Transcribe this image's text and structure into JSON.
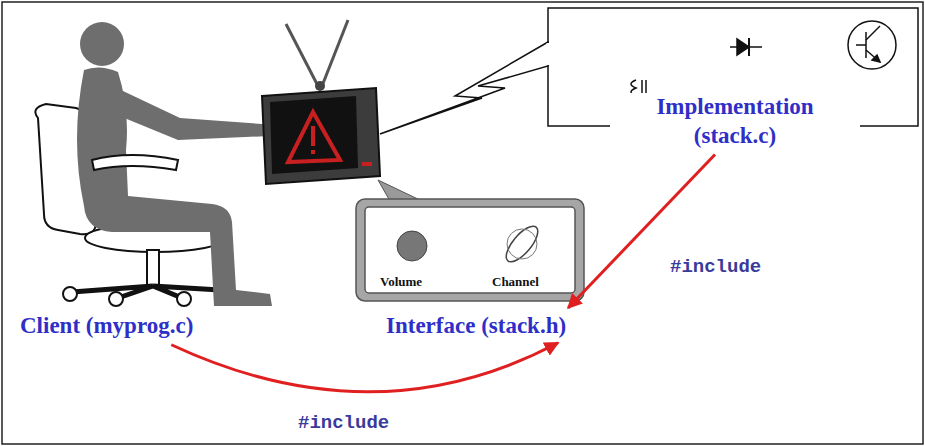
{
  "diagram": {
    "nodes": [
      {
        "text": [
          "Client (myprog.c)"
        ]
      },
      {
        "text": [
          "Interface (stack.h)"
        ]
      },
      {
        "text": [
          "Implementation (stack.c)"
        ]
      }
    ],
    "edges": [
      {
        "from": 0,
        "to": 1,
        "label": "#include",
        "arrow": "to"
      },
      {
        "from": 2,
        "to": 1,
        "label": "#include",
        "arrow": "to"
      }
    ],
    "labels": [
      "Volume",
      "Channel"
    ]
  }
}
